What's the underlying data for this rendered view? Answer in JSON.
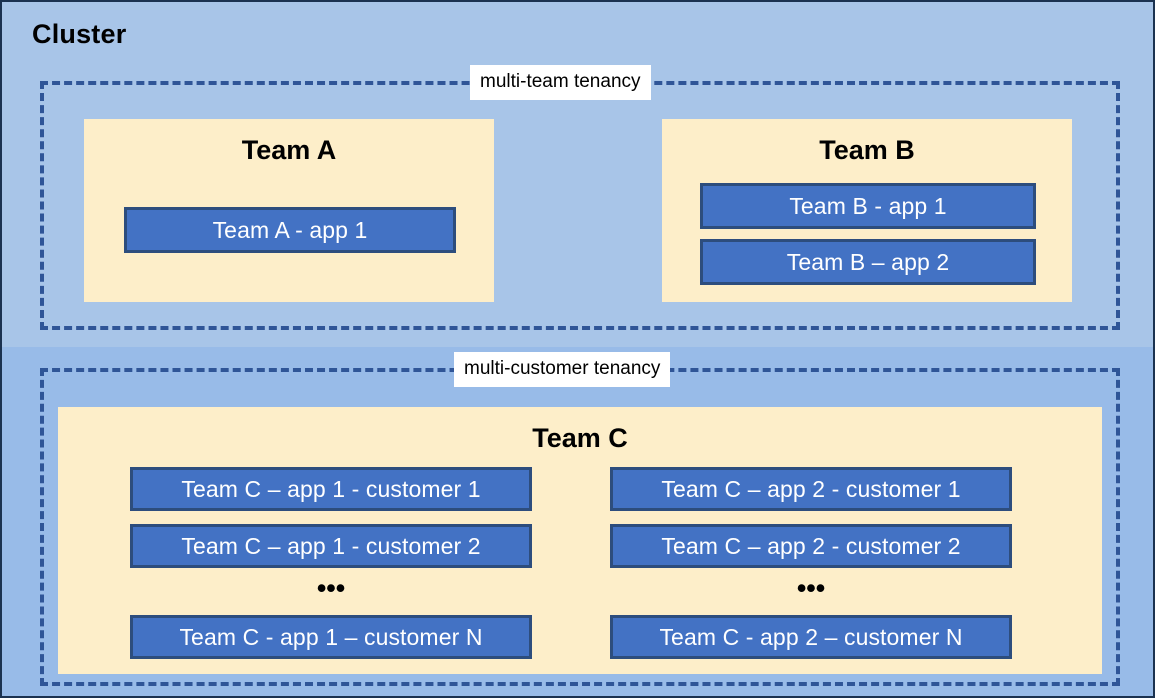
{
  "diagram": {
    "title": "Cluster",
    "background_color": "#a8c5e8",
    "frame_color": "#2f5597",
    "team_box_color": "#fdeec9",
    "app_chip_color": "#4372c4",
    "app_chip_border_color": "#2d4d7d"
  },
  "tenancies": [
    {
      "id": "multi-team",
      "label": "multi-team tenancy",
      "teams": [
        {
          "id": "team-a",
          "title": "Team A",
          "apps": [
            {
              "label": "Team A - app 1"
            }
          ]
        },
        {
          "id": "team-b",
          "title": "Team B",
          "apps": [
            {
              "label": "Team B - app 1"
            },
            {
              "label": "Team B – app 2"
            }
          ]
        }
      ]
    },
    {
      "id": "multi-customer",
      "label": "multi-customer tenancy",
      "teams": [
        {
          "id": "team-c",
          "title": "Team C",
          "columns": [
            {
              "id": "team-c-app-1",
              "items": [
                {
                  "label": "Team C – app 1 - customer 1"
                },
                {
                  "label": "Team C – app 1 - customer 2"
                }
              ],
              "ellipsis": "•••",
              "last": {
                "label": "Team C - app 1 – customer N"
              }
            },
            {
              "id": "team-c-app-2",
              "items": [
                {
                  "label": "Team C – app 2 - customer 1"
                },
                {
                  "label": "Team C – app 2 - customer 2"
                }
              ],
              "ellipsis": "•••",
              "last": {
                "label": "Team C - app 2 – customer N"
              }
            }
          ]
        }
      ]
    }
  ]
}
